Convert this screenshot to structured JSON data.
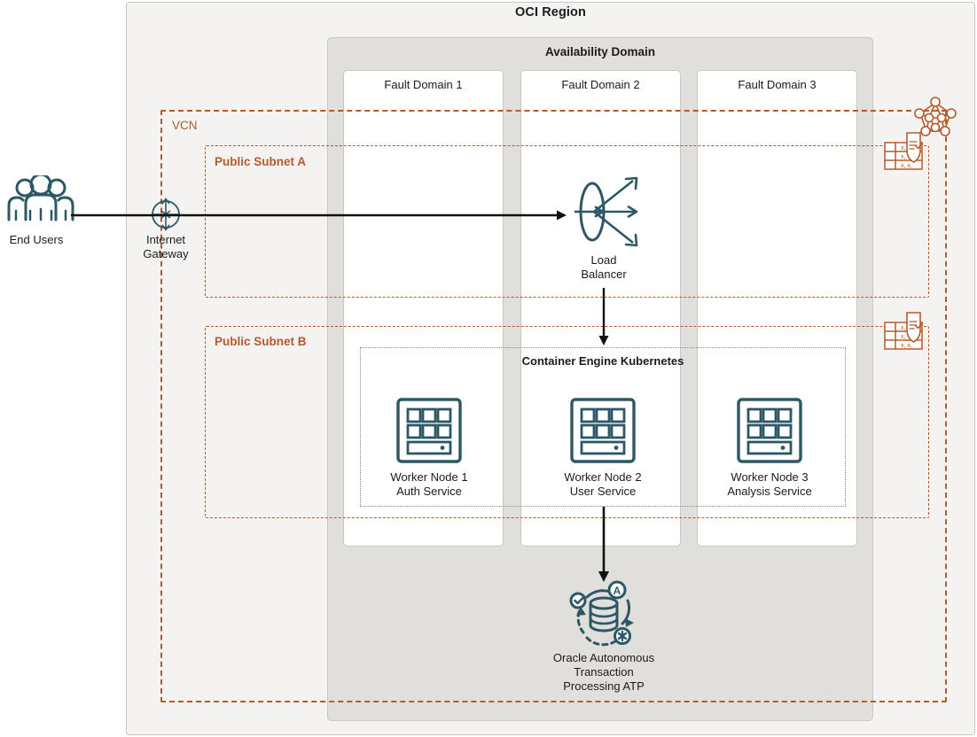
{
  "diagram": {
    "title": "OCI Region",
    "type": "cloud-architecture"
  },
  "containers": {
    "region": {
      "label": "OCI Region"
    },
    "availability_domain": {
      "label": "Availability Domain"
    },
    "fault_domains": [
      {
        "label": "Fault Domain 1"
      },
      {
        "label": "Fault Domain 2"
      },
      {
        "label": "Fault Domain 3"
      }
    ],
    "vcn": {
      "label": "VCN",
      "color": "#b55a2b"
    },
    "subnets": [
      {
        "label": "Public Subnet A",
        "color": "#b55a2b"
      },
      {
        "label": "Public Subnet B",
        "color": "#b55a2b"
      }
    ],
    "oke": {
      "label": "Container Engine Kubernetes"
    }
  },
  "nodes": {
    "end_users": {
      "label": "End Users",
      "icon": "users-icon"
    },
    "internet_gateway": {
      "label_line1": "Internet",
      "label_line2": "Gateway",
      "icon": "internet-gateway-icon"
    },
    "load_balancer": {
      "label_line1": "Load",
      "label_line2": "Balancer",
      "icon": "load-balancer-icon"
    },
    "worker_nodes": [
      {
        "label_line1": "Worker Node 1",
        "label_line2": "Auth Service",
        "icon": "worker-node-icon"
      },
      {
        "label_line1": "Worker Node 2",
        "label_line2": "User Service",
        "icon": "worker-node-icon"
      },
      {
        "label_line1": "Worker Node 3",
        "label_line2": "Analysis Service",
        "icon": "worker-node-icon"
      }
    ],
    "database": {
      "label_line1": "Oracle Autonomous",
      "label_line2": "Transaction",
      "label_line3": "Processing ATP",
      "icon": "autonomous-database-icon"
    },
    "vcn_badge": {
      "icon": "network-mesh-icon"
    },
    "security_lists": [
      {
        "icon": "security-list-icon"
      },
      {
        "icon": "security-list-icon"
      }
    ]
  },
  "colors": {
    "accent_orange": "#b55a2b",
    "icon_teal": "#2c5866",
    "region_bg": "#f4f3f1",
    "ad_bg": "#e1dfdb",
    "fd_bg": "#ffffff",
    "border_gray": "#c9c7c3",
    "text": "#1b1b1b",
    "connector": "#111111"
  },
  "connectors": [
    {
      "from": "end-users",
      "to": "load-balancer",
      "direction": "right"
    },
    {
      "from": "load-balancer",
      "to": "container-engine-kubernetes",
      "direction": "down"
    },
    {
      "from": "worker-node-2",
      "to": "autonomous-database",
      "direction": "down"
    }
  ]
}
